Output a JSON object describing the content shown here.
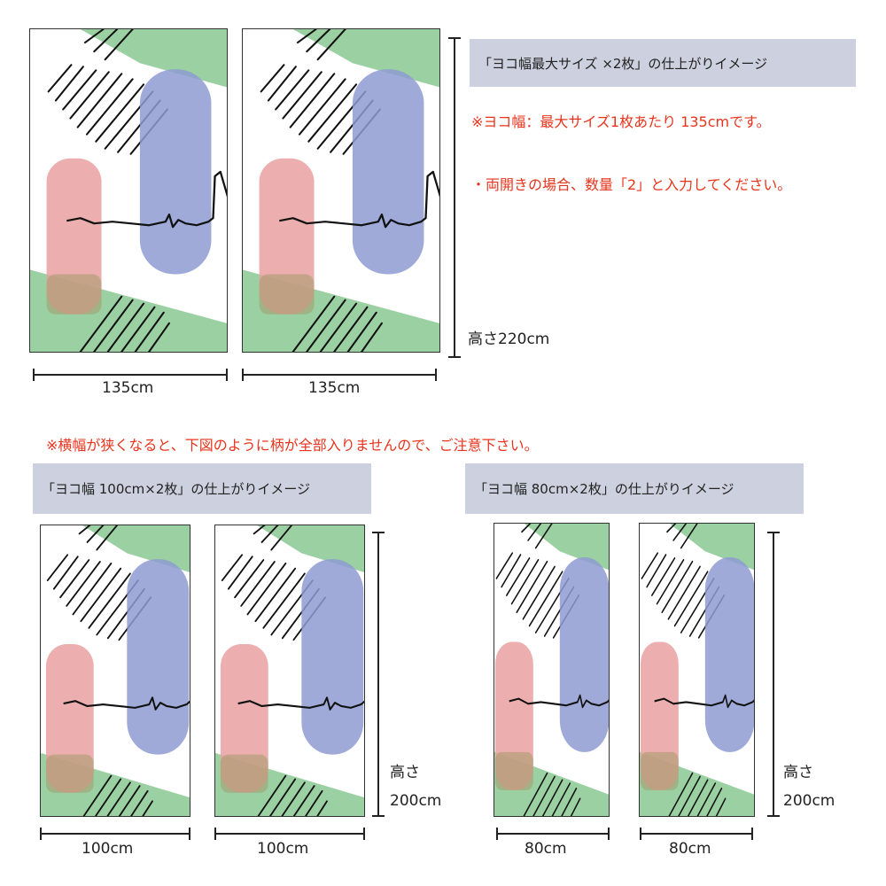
{
  "top": {
    "caption": "「ヨコ幅最大サイズ ×2枚」の仕上がりイメージ",
    "note1": "※ヨコ幅：最大サイズ1枚あたり 135cmです。",
    "note2": "・両開きの場合、数量「2」と入力してください。",
    "height_label": "高さ220cm",
    "width_left": "135cm",
    "width_right": "135cm"
  },
  "warning": "※横幅が狭くなると、下図のように柄が全部入りませんので、ご注意下さい。",
  "bottom_left": {
    "caption": "「ヨコ幅 100cm×2枚」の仕上がりイメージ",
    "height_label_1": "高さ",
    "height_label_2": "200cm",
    "width_left": "100cm",
    "width_right": "100cm"
  },
  "bottom_right": {
    "caption": "「ヨコ幅 80cm×2枚」の仕上がりイメージ",
    "height_label_1": "高さ",
    "height_label_2": "200cm",
    "width_left": "80cm",
    "width_right": "80cm"
  },
  "colors": {
    "caption_bg": "#cdd0de",
    "note_red": "#e8341c",
    "green": "#8fcb98",
    "blue": "#8e9bd2",
    "pink": "#e9a0a0"
  }
}
